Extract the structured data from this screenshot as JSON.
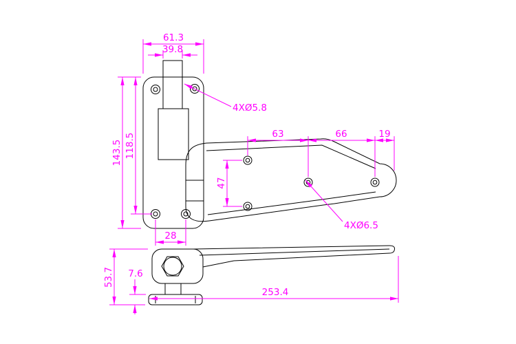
{
  "meta": {
    "background_color": "#ffffff",
    "drawing_line_color": "#000000",
    "dimension_color": "#ff00ff",
    "drawing_type": "hinge-technical-drawing"
  },
  "dimensions": {
    "width_outer": "61.3",
    "width_knuckle": "39.8",
    "plate_holes_callout": "4XØ5.8",
    "arm_span_1": "63",
    "arm_span_2": "66",
    "arm_span_3": "19",
    "plate_height": "143.5",
    "plate_inner_height": "118.5",
    "arm_hole_spacing": "47",
    "base_hole_spacing": "28",
    "arm_holes_callout": "4XØ6.5",
    "side_height": "53.7",
    "flange_thickness": "7.6",
    "overall_length": "253.4"
  }
}
